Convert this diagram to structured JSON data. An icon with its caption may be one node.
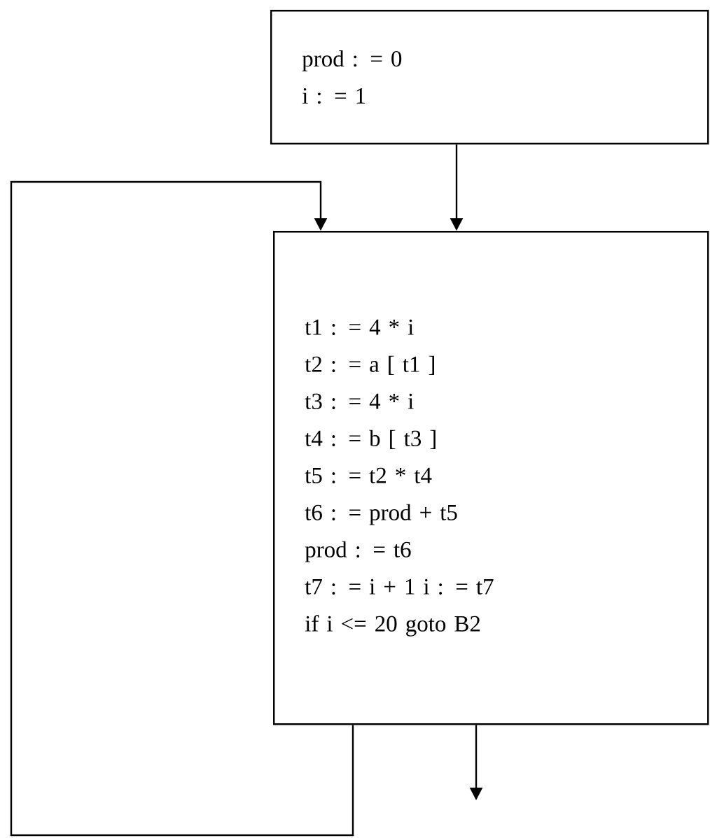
{
  "diagram": {
    "nodes": [
      {
        "text": [
          "prod : = 0",
          "i : = 1"
        ]
      },
      {
        "text": [
          "t1 : = 4 * i",
          "t2 : = a [ t1 ]",
          "t3 : = 4 * i",
          "t4 : = b [ t3 ]",
          "t5 : = t2 * t4",
          "t6 : = prod + t5",
          "prod : = t6",
          "t7 : = i + 1 i : = t7",
          "if i <= 20 goto B2"
        ]
      }
    ],
    "edges": [
      {
        "from": 0,
        "to": 1,
        "arrow": "to"
      },
      {
        "from": 1,
        "to": 1,
        "arrow": "to"
      },
      {
        "from": 1,
        "to": null,
        "arrow": "to"
      }
    ]
  }
}
